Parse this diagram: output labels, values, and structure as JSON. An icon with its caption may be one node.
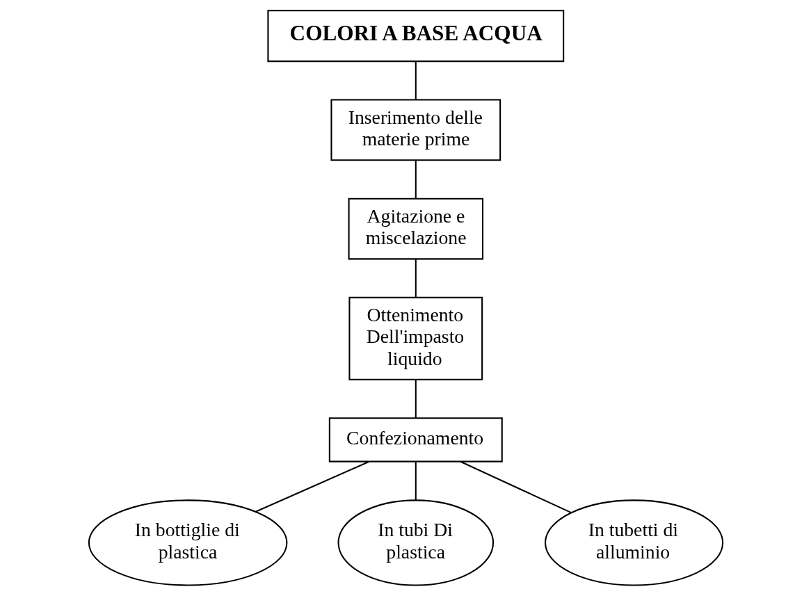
{
  "diagram": {
    "nodes": [
      {
        "text": [
          "COLORI A BASE ACQUA"
        ]
      },
      {
        "text": [
          "Inserimento delle materie prime"
        ]
      },
      {
        "text": [
          "Agitazione e miscelazione"
        ]
      },
      {
        "text": [
          "Ottenimento Dell'impasto liquido"
        ]
      },
      {
        "text": [
          "Confezionamento"
        ]
      },
      {
        "text": [
          "In bottiglie di plastica"
        ]
      },
      {
        "text": [
          "In tubi Di plastica"
        ]
      },
      {
        "text": [
          "In tubetti di alluminio"
        ]
      }
    ],
    "edges": [
      {
        "from": 0,
        "to": 1,
        "arrow": "none"
      },
      {
        "from": 1,
        "to": 2,
        "arrow": "none"
      },
      {
        "from": 2,
        "to": 3,
        "arrow": "none"
      },
      {
        "from": 3,
        "to": 4,
        "arrow": "none"
      },
      {
        "from": 4,
        "to": 5,
        "arrow": "none"
      },
      {
        "from": 4,
        "to": 6,
        "arrow": "none"
      },
      {
        "from": 4,
        "to": 7,
        "arrow": "none"
      }
    ]
  }
}
